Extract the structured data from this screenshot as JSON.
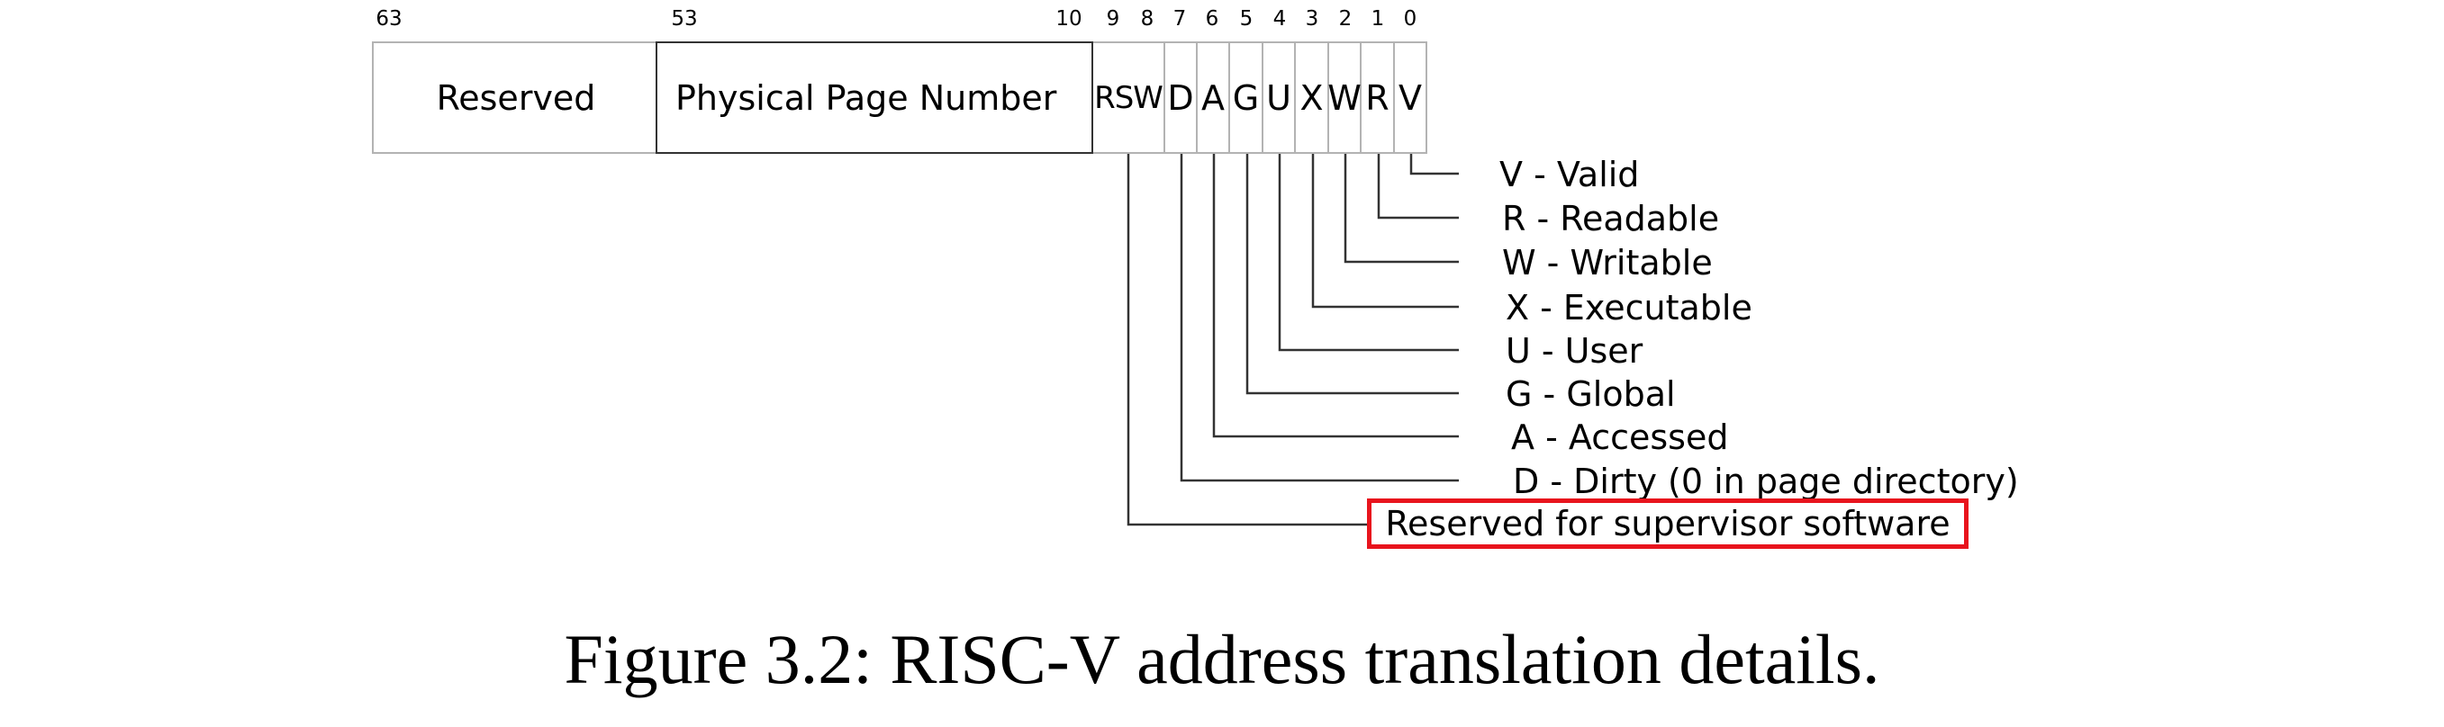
{
  "bit_numbers": {
    "b63": "63",
    "b53": "53",
    "b10": "10",
    "b9": "9",
    "b8": "8",
    "b7": "7",
    "b6": "6",
    "b5": "5",
    "b4": "4",
    "b3": "3",
    "b2": "2",
    "b1": "1",
    "b0": "0"
  },
  "fields": {
    "reserved": "Reserved",
    "ppn": "Physical Page Number",
    "rsw": "RSW",
    "d": "D",
    "a": "A",
    "g": "G",
    "u": "U",
    "x": "X",
    "w": "W",
    "r": "R",
    "v": "V"
  },
  "legend": {
    "v": "V - Valid",
    "r": "R  - Readable",
    "w": "W - Writable",
    "x": "X - Executable",
    "u": "U - User",
    "g": "G - Global",
    "a": "A - Accessed",
    "d": "D - Dirty (0 in page directory)",
    "rsw": "Reserved for supervisor software"
  },
  "highlight_color": "#e8141d",
  "caption": "Figure 3.2: RISC-V address translation details."
}
